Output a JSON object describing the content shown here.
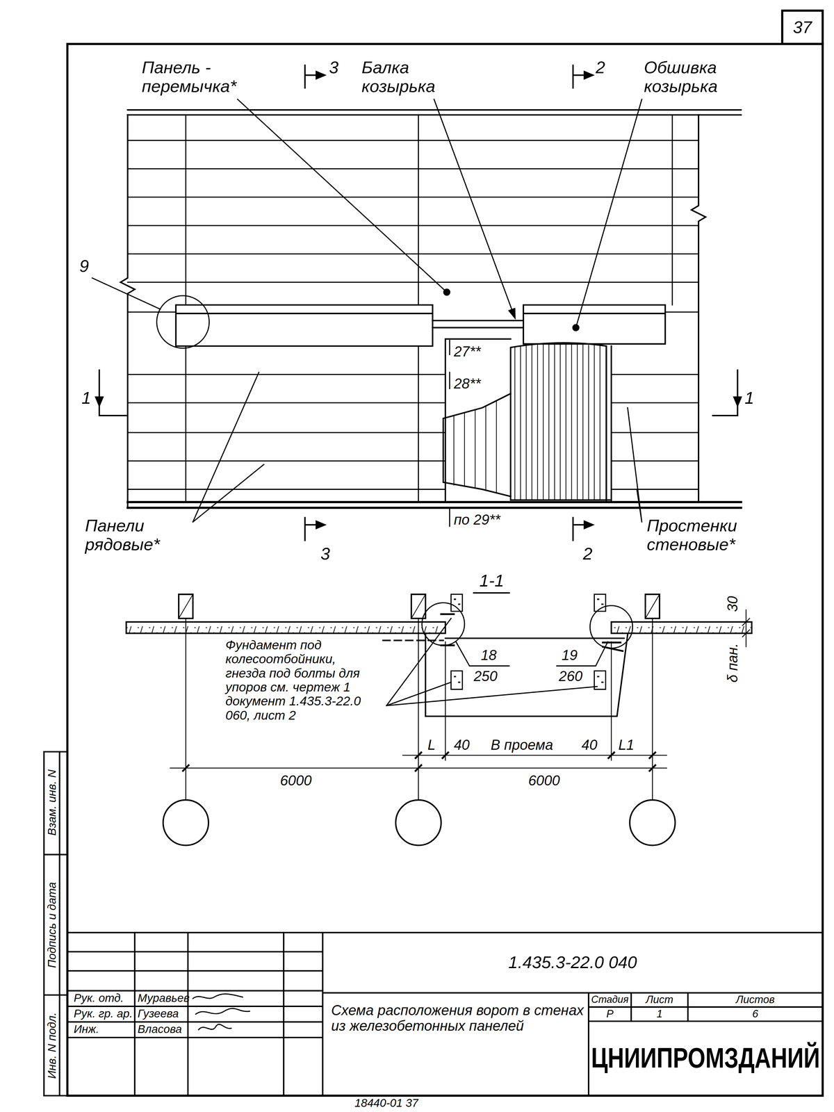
{
  "diagram": {
    "nodes": [
      {
        "text": [
          "37"
        ]
      },
      {
        "text": [
          "1.435.3-22.0 040"
        ]
      },
      {
        "text": [
          "Схема расположения ворот в стенах из железобетонных панелей"
        ]
      },
      {
        "text": [
          "Стадия",
          "Р"
        ]
      },
      {
        "text": [
          "Лист",
          "1"
        ]
      },
      {
        "text": [
          "Листов",
          "6"
        ]
      },
      {
        "text": [
          "ЦНИИПРОМЗДАНИЙ"
        ]
      }
    ],
    "labels": [
      "Панель - перемычка*",
      "3",
      "Балка козырька",
      "2",
      "Обшивка козырька",
      "9",
      "1",
      "1",
      "27**",
      "28**",
      "по 29**",
      "Панели рядовые*",
      "3",
      "2",
      "Простенки стеновые*",
      "1-1",
      "30",
      "δ пан.",
      "18",
      "250",
      "19",
      "260",
      "Фундамент под колесоотбойники, гнезда под болты для упоров см. чертеж 1 документ 1.435.3-22.0 060, лист 2",
      "L",
      "40",
      "B проема",
      "40",
      "L1",
      "6000",
      "6000",
      "Рук. отд.",
      "Муравьев",
      "Рук. гр. ар.",
      "Гузеева",
      "Инж.",
      "Власова",
      "Взам. инв. N",
      "Подпись и дата",
      "Инв. N подл.",
      "18440-01 37"
    ]
  }
}
